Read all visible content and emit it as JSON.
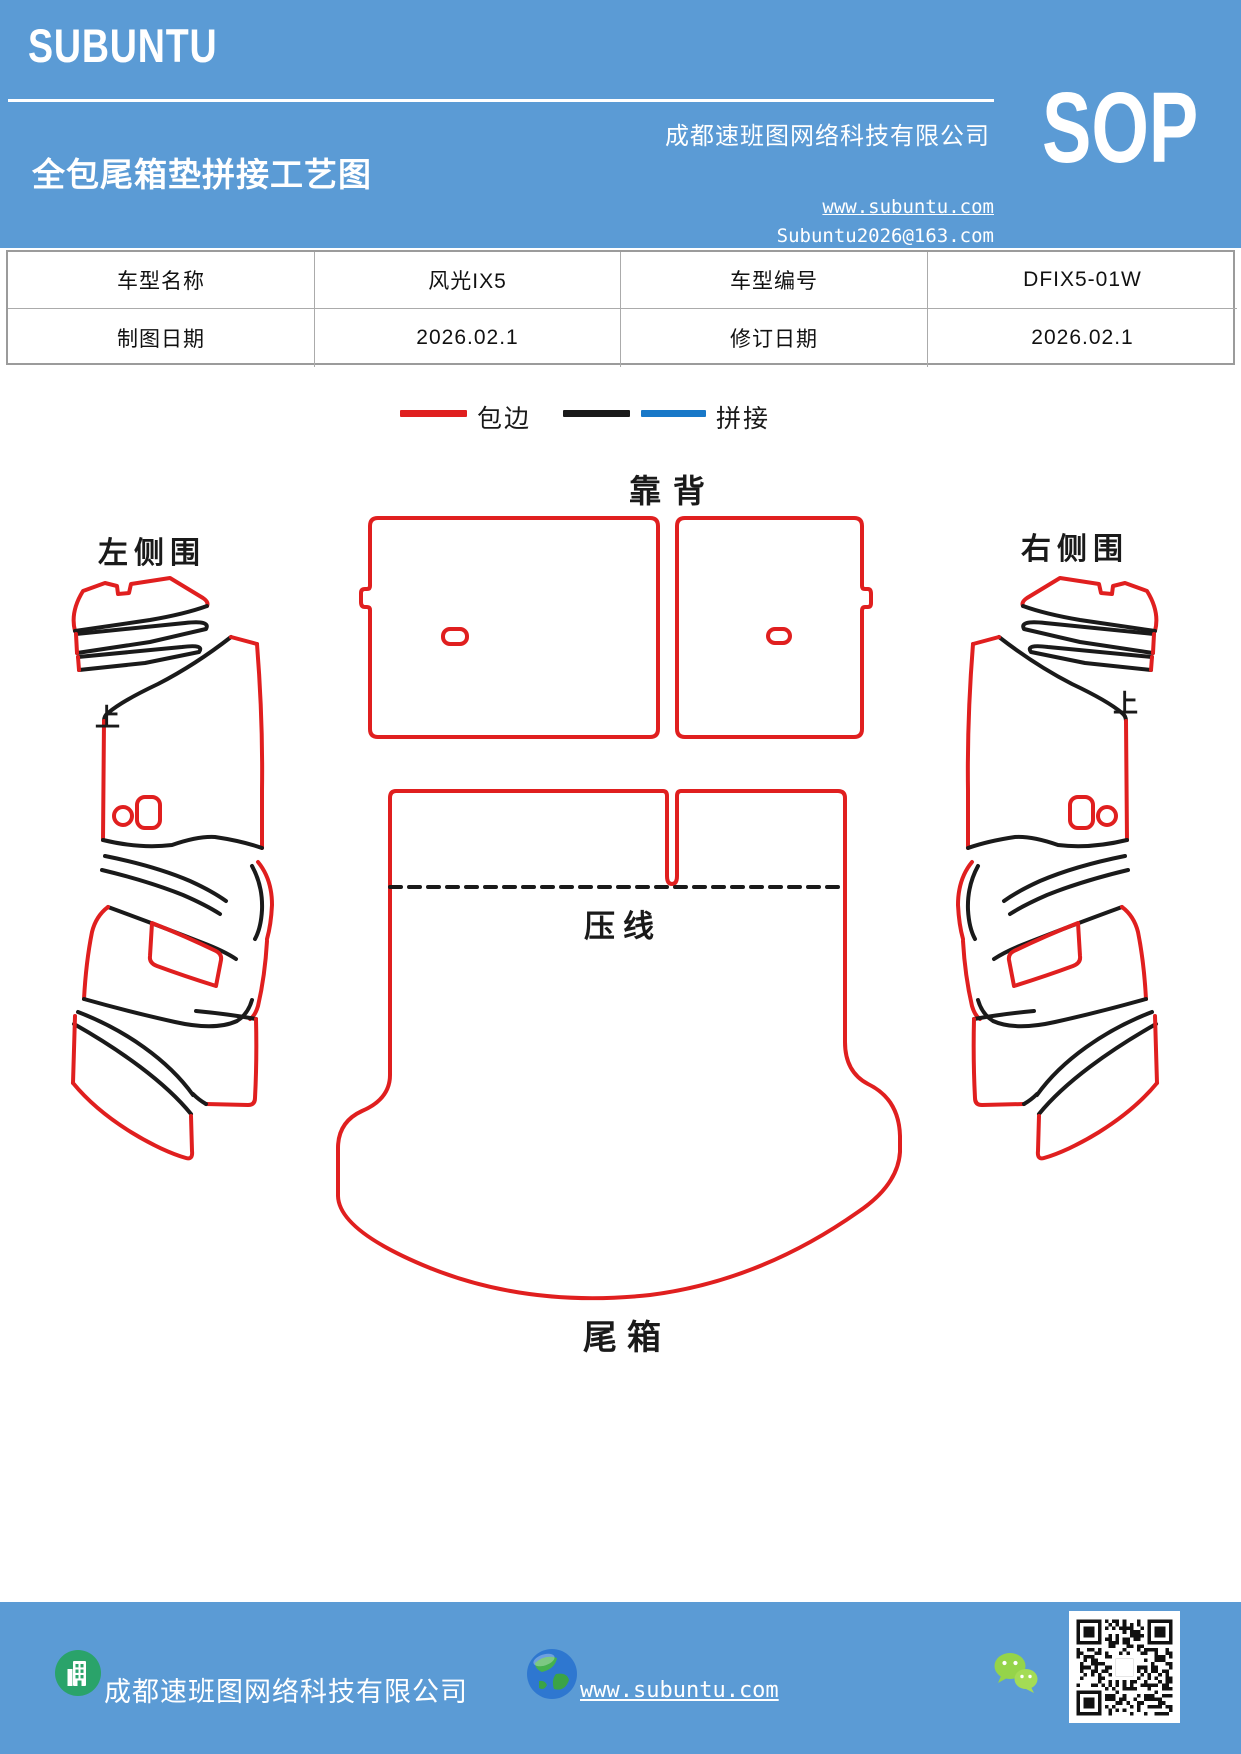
{
  "colors": {
    "banner_blue": "#5b9bd5",
    "edge_red": "#e01f1f",
    "splice_black": "#1a1a1a",
    "splice_blue": "#1878c8",
    "wechat_green": "#9ad34f",
    "building_green": "#2aa36a"
  },
  "header": {
    "logo": "SUBUNTU",
    "company": "成都速班图网络科技有限公司",
    "title": "全包尾箱垫拼接工艺图",
    "website": "www.subuntu.com",
    "email": "Subuntu2026@163.com",
    "sop": "SOP"
  },
  "info_table": {
    "rows": [
      [
        "车型名称",
        "风光IX5",
        "车型编号",
        "DFIX5-01W"
      ],
      [
        "制图日期",
        "2026.02.1",
        "修订日期",
        "2026.02.1"
      ]
    ]
  },
  "legend": {
    "edge_label": "包边",
    "splice_label": "拼接"
  },
  "diagram": {
    "backrest": "靠背",
    "left_side": "左侧围",
    "right_side": "右侧围",
    "up": "上",
    "crease": "压线",
    "trunk": "尾箱"
  },
  "footer": {
    "company": "成都速班图网络科技有限公司",
    "website": "www.subuntu.com"
  }
}
